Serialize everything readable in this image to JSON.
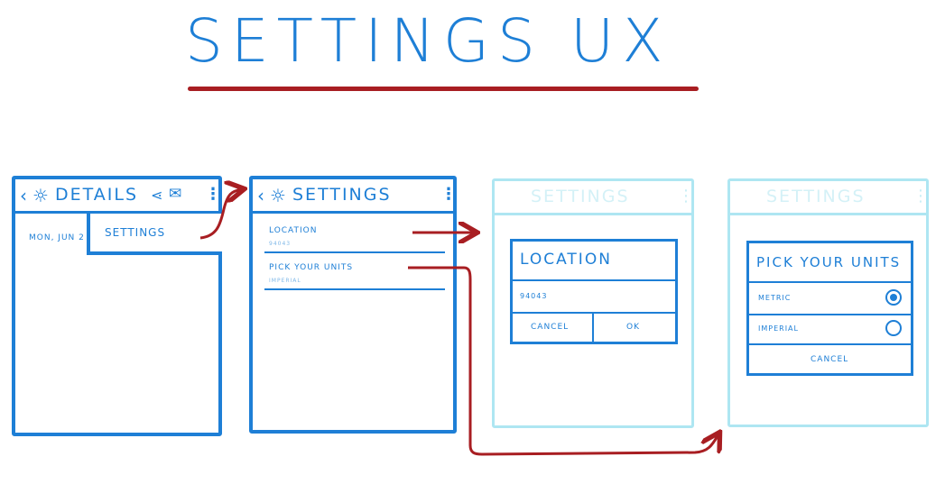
{
  "title": "SETTINGS UX",
  "colors": {
    "ink_blue": "#1e7fd6",
    "faded_blue": "#aee6f2",
    "accent_red": "#a81e22"
  },
  "screen_details": {
    "toolbar_title": "DETAILS",
    "icons": [
      "back-chevron-icon",
      "sun-icon",
      "share-icon",
      "mail-icon",
      "overflow-menu-icon"
    ],
    "date_text": "MON, JUN 2",
    "menu_item": "SETTINGS"
  },
  "screen_settings": {
    "toolbar_title": "SETTINGS",
    "prefs": [
      {
        "title": "LOCATION",
        "summary": "94043"
      },
      {
        "title": "PICK YOUR UNITS",
        "summary": "IMPERIAL"
      }
    ]
  },
  "screen_location_dialog": {
    "toolbar_title": "SETTINGS",
    "dialog_title": "LOCATION",
    "input_value": "94043",
    "cancel_label": "CANCEL",
    "ok_label": "OK"
  },
  "screen_units_dialog": {
    "toolbar_title": "SETTINGS",
    "dialog_title": "PICK YOUR UNITS",
    "options": [
      {
        "label": "METRIC",
        "selected": true
      },
      {
        "label": "IMPERIAL",
        "selected": false
      }
    ],
    "cancel_label": "CANCEL"
  }
}
